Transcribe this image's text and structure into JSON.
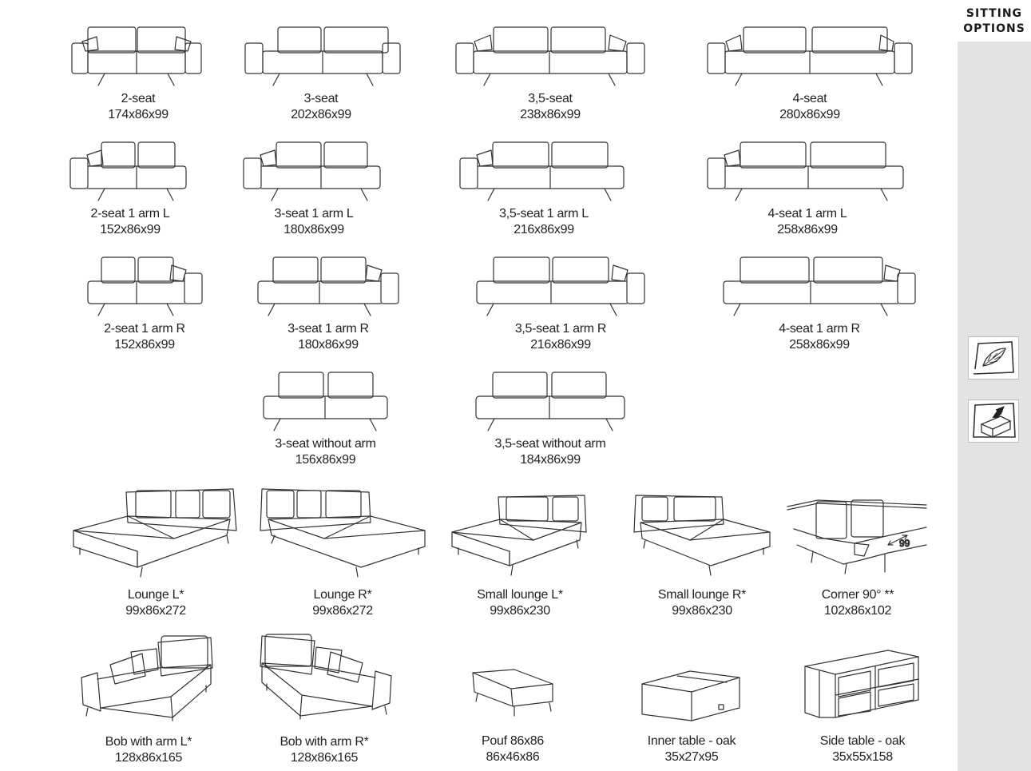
{
  "sidebar": {
    "title_line1": "SITTING",
    "title_line2": "OPTIONS",
    "icons": [
      "leaf-sketch-icon",
      "pouf-sketch-icon"
    ]
  },
  "items": [
    {
      "name": "2-seat",
      "dims": "174x86x99"
    },
    {
      "name": "3-seat",
      "dims": "202x86x99"
    },
    {
      "name": "3,5-seat",
      "dims": "238x86x99"
    },
    {
      "name": "4-seat",
      "dims": "280x86x99"
    },
    {
      "name": "2-seat 1 arm L",
      "dims": "152x86x99"
    },
    {
      "name": "3-seat 1 arm L",
      "dims": "180x86x99"
    },
    {
      "name": "3,5-seat 1 arm L",
      "dims": "216x86x99"
    },
    {
      "name": "4-seat 1 arm L",
      "dims": "258x86x99"
    },
    {
      "name": "2-seat 1 arm R",
      "dims": "152x86x99"
    },
    {
      "name": "3-seat 1 arm R",
      "dims": "180x86x99"
    },
    {
      "name": "3,5-seat 1 arm R",
      "dims": "216x86x99"
    },
    {
      "name": "4-seat 1 arm R",
      "dims": "258x86x99"
    },
    {
      "name": "3-seat without arm",
      "dims": "156x86x99"
    },
    {
      "name": "3,5-seat without arm",
      "dims": "184x86x99"
    },
    {
      "name": "Lounge L*",
      "dims": "99x86x272"
    },
    {
      "name": "Lounge R*",
      "dims": "99x86x272"
    },
    {
      "name": "Small lounge L*",
      "dims": "99x86x230"
    },
    {
      "name": "Small lounge R*",
      "dims": "99x86x230"
    },
    {
      "name": "Corner 90° **",
      "dims": "102x86x102",
      "annotation": "99"
    },
    {
      "name": "Bob with arm L*",
      "dims": "128x86x165"
    },
    {
      "name": "Bob with arm R*",
      "dims": "128x86x165"
    },
    {
      "name": "Pouf 86x86",
      "dims": "86x46x86"
    },
    {
      "name": "Inner table - oak",
      "dims": "35x27x95"
    },
    {
      "name": "Side table - oak",
      "dims": "35x55x158"
    }
  ]
}
